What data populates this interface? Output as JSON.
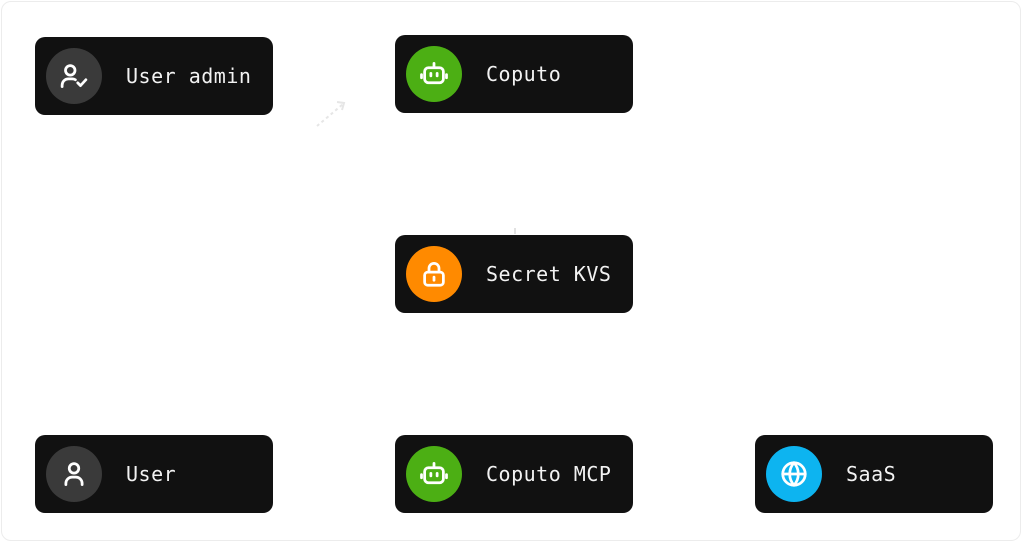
{
  "nodes": {
    "user_admin": {
      "label": "User admin",
      "icon": "user-check-icon",
      "color": "#3a3a3a"
    },
    "coputo": {
      "label": "Coputo",
      "icon": "robot-icon",
      "color": "#4caf14"
    },
    "secret_kvs": {
      "label": "Secret KVS",
      "icon": "lock-icon",
      "color": "#ff8a00"
    },
    "user": {
      "label": "User",
      "icon": "user-icon",
      "color": "#3a3a3a"
    },
    "coputo_mcp": {
      "label": "Coputo MCP",
      "icon": "robot-icon",
      "color": "#4caf14"
    },
    "saas": {
      "label": "SaaS",
      "icon": "globe-icon",
      "color": "#0db4f0"
    }
  },
  "colors": {
    "node_background": "#111111",
    "label_text": "#f2f2f2",
    "canvas_border": "#ececec"
  }
}
